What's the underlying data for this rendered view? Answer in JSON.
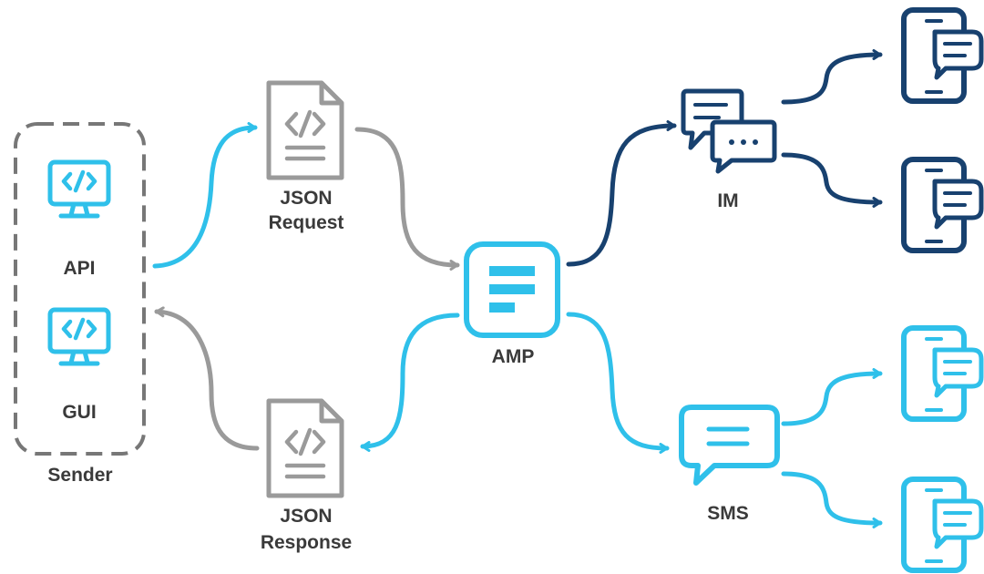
{
  "labels": {
    "api": "API",
    "gui": "GUI",
    "sender": "Sender",
    "json_request_line1": "JSON",
    "json_request_line2": "Request",
    "json_response_line1": "JSON",
    "json_response_line2": "Response",
    "amp": "AMP",
    "im": "IM",
    "sms": "SMS"
  },
  "icons": {
    "api": "monitor-code-icon",
    "gui": "monitor-code-icon",
    "json_request": "code-document-icon",
    "json_response": "code-document-icon",
    "amp": "amp-menu-icon",
    "im": "chat-bubbles-icon",
    "sms": "sms-bubble-icon",
    "phone": "phone-message-icon"
  },
  "colors": {
    "light_blue": "#2fc0ea",
    "dark_blue": "#18416f",
    "gray": "#9a9a9a",
    "text": "#3a3a3a"
  }
}
